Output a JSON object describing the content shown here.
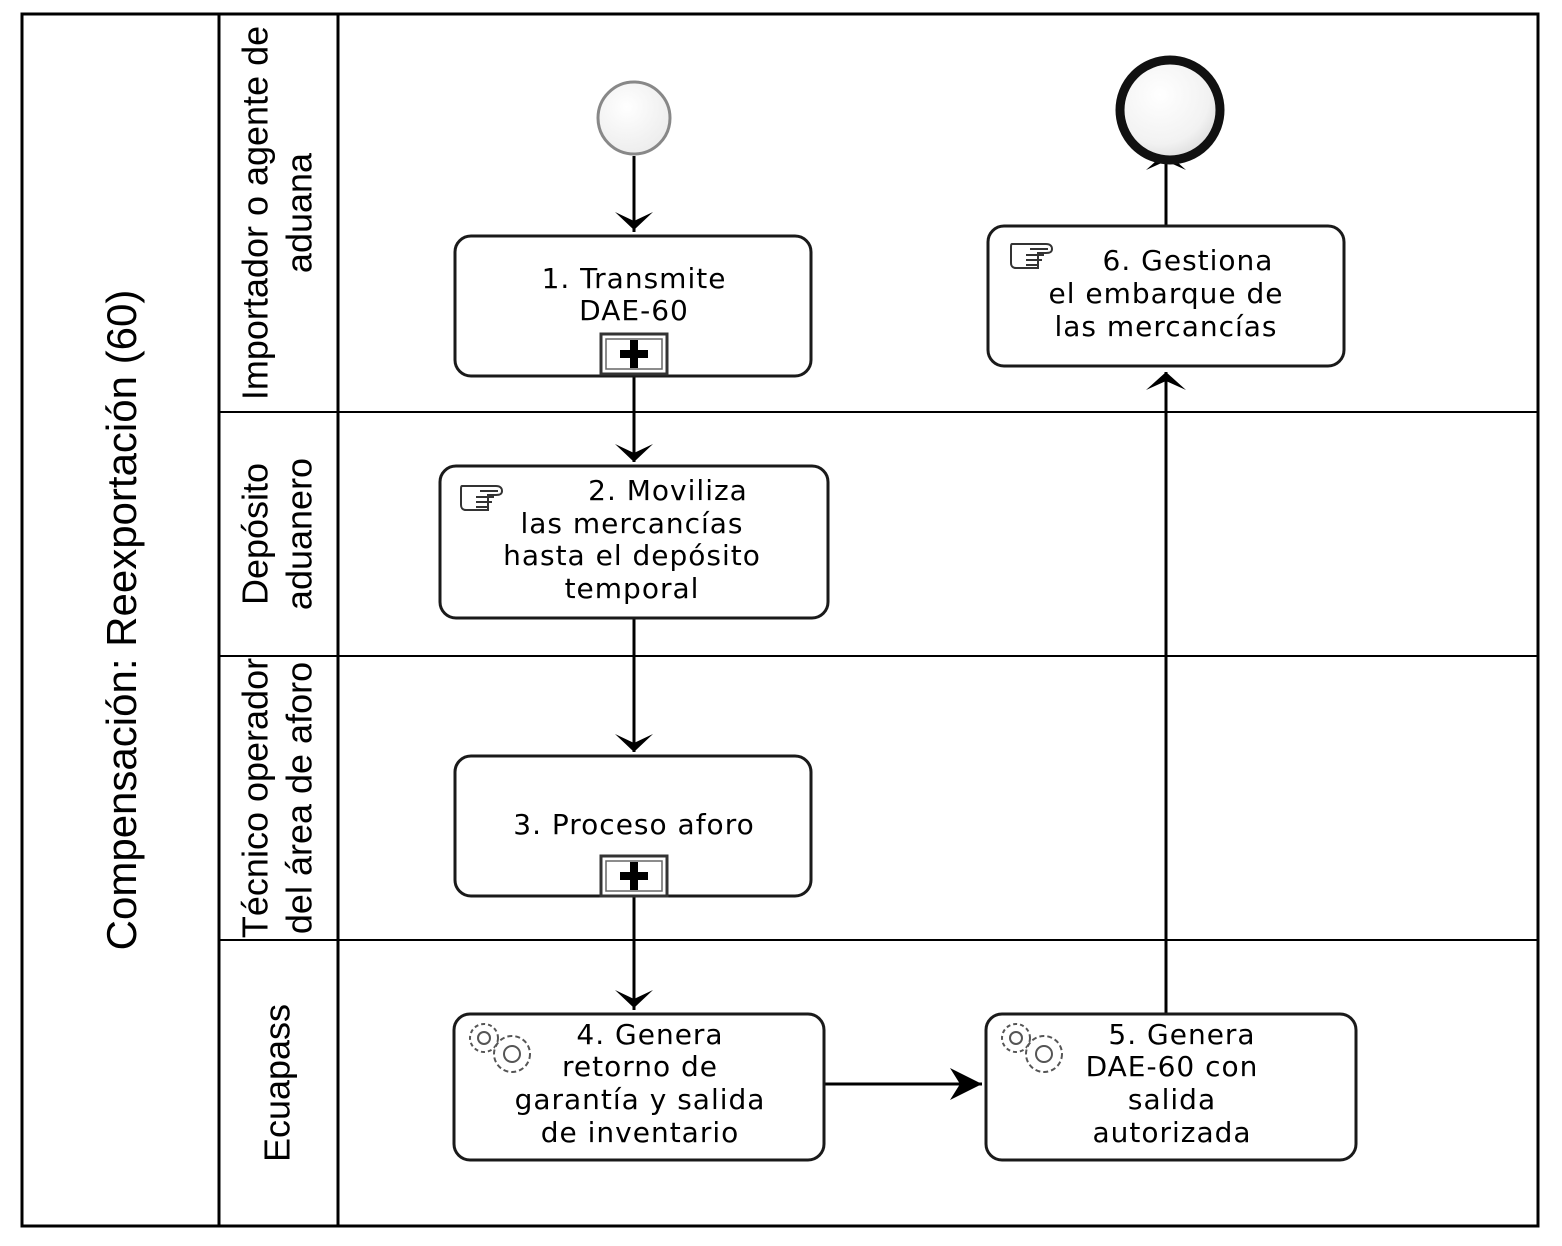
{
  "pool": {
    "title": "Compensación: Reexportación (60)"
  },
  "lanes": [
    {
      "id": "importador",
      "lines": [
        "Importador o agente de",
        "aduana"
      ]
    },
    {
      "id": "deposito",
      "lines": [
        "Depósito",
        "aduanero"
      ]
    },
    {
      "id": "tecnico",
      "lines": [
        "Técnico operador",
        "del área de aforo"
      ]
    },
    {
      "id": "ecuapass",
      "lines": [
        "Ecuapass"
      ]
    }
  ],
  "tasks": [
    {
      "id": "t1",
      "type": "subprocess",
      "lines": [
        "1. Transmite",
        "DAE-60"
      ]
    },
    {
      "id": "t2",
      "type": "manual",
      "lines": [
        "2. Moviliza",
        "las mercancías",
        "hasta el depósito",
        "temporal"
      ]
    },
    {
      "id": "t3",
      "type": "subprocess",
      "lines": [
        "3. Proceso aforo"
      ]
    },
    {
      "id": "t4",
      "type": "service",
      "lines": [
        "4. Genera",
        "retorno de",
        "garantía y salida",
        "de inventario"
      ]
    },
    {
      "id": "t5",
      "type": "service",
      "lines": [
        "5. Genera",
        "DAE-60 con",
        "salida",
        "autorizada"
      ]
    },
    {
      "id": "t6",
      "type": "manual",
      "lines": [
        "6. Gestiona",
        "el embarque de",
        "las mercancías"
      ]
    }
  ],
  "events": [
    {
      "id": "start",
      "type": "start"
    },
    {
      "id": "end",
      "type": "end"
    }
  ],
  "colors": {
    "line": "#000000",
    "box": "#1a1a1a",
    "start": "#888888",
    "end": "#111111"
  },
  "icons": {
    "subprocess": "plus-marker-icon",
    "manual": "manual-task-icon",
    "service": "gear-icon"
  }
}
